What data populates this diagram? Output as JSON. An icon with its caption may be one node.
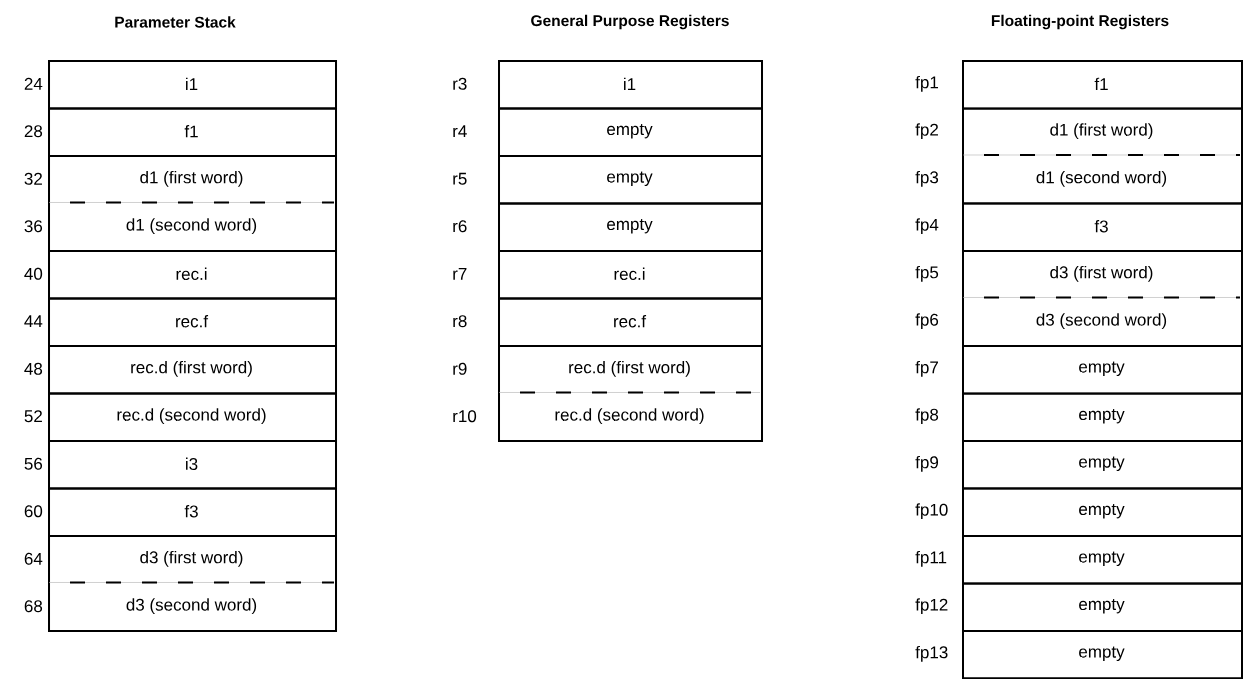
{
  "diagram": {
    "nodes": [
      {
        "text": [
          "Parameter Stack"
        ]
      },
      {
        "text": [
          "General Purpose Registers"
        ]
      },
      {
        "text": [
          "Floating-point Registers"
        ]
      },
      {
        "text": [
          "i1"
        ],
        "in": 0,
        "beside": [
          "24"
        ]
      },
      {
        "text": [
          "f1"
        ],
        "in": 0,
        "beside": [
          "28"
        ]
      },
      {
        "text": [
          "d1 (first word)",
          "d1 (second word)"
        ],
        "in": 0,
        "beside": [
          "32",
          "36"
        ]
      },
      {
        "text": [
          "rec.i"
        ],
        "in": 0,
        "beside": [
          "40"
        ]
      },
      {
        "text": [
          "rec.f"
        ],
        "in": 0,
        "beside": [
          "44"
        ]
      },
      {
        "text": [
          "rec.d (first word)"
        ],
        "in": 0,
        "beside": [
          "48"
        ]
      },
      {
        "text": [
          "rec.d (second word)"
        ],
        "in": 0,
        "beside": [
          "52"
        ]
      },
      {
        "text": [
          "i3"
        ],
        "in": 0,
        "beside": [
          "56"
        ]
      },
      {
        "text": [
          "f3"
        ],
        "in": 0,
        "beside": [
          "60"
        ]
      },
      {
        "text": [
          "d3 (first word)",
          "d3 (second word)"
        ],
        "in": 0,
        "beside": [
          "64",
          "68"
        ]
      },
      {
        "text": [
          "i1"
        ],
        "in": 1,
        "beside": [
          "r3"
        ]
      },
      {
        "text": [
          "empty"
        ],
        "in": 1,
        "beside": [
          "r4"
        ]
      },
      {
        "text": [
          "empty"
        ],
        "in": 1,
        "beside": [
          "r5"
        ]
      },
      {
        "text": [
          "empty"
        ],
        "in": 1,
        "beside": [
          "r6"
        ]
      },
      {
        "text": [
          "rec.i"
        ],
        "in": 1,
        "beside": [
          "r7"
        ]
      },
      {
        "text": [
          "rec.f"
        ],
        "in": 1,
        "beside": [
          "r8"
        ]
      },
      {
        "text": [
          "rec.d (first word)",
          "rec.d (second word)"
        ],
        "in": 1,
        "beside": [
          "r9",
          "r10"
        ]
      },
      {
        "text": [
          "f1"
        ],
        "in": 2,
        "beside": [
          "fp1"
        ]
      },
      {
        "text": [
          "d1 (first word)",
          "d1 (second word)"
        ],
        "in": 2,
        "beside": [
          "fp2",
          "fp3"
        ]
      },
      {
        "text": [
          "f3"
        ],
        "in": 2,
        "beside": [
          "fp4"
        ]
      },
      {
        "text": [
          "d3 (first word)",
          "d3 (second word)"
        ],
        "in": 2,
        "beside": [
          "fp5",
          "fp6"
        ]
      },
      {
        "text": [
          "empty"
        ],
        "in": 2,
        "beside": [
          "fp7"
        ]
      },
      {
        "text": [
          "empty"
        ],
        "in": 2,
        "beside": [
          "fp8"
        ]
      },
      {
        "text": [
          "empty"
        ],
        "in": 2,
        "beside": [
          "fp9"
        ]
      },
      {
        "text": [
          "empty"
        ],
        "in": 2,
        "beside": [
          "fp10"
        ]
      },
      {
        "text": [
          "empty"
        ],
        "in": 2,
        "beside": [
          "fp11"
        ]
      },
      {
        "text": [
          "empty"
        ],
        "in": 2,
        "beside": [
          "fp12"
        ]
      },
      {
        "text": [
          "empty"
        ],
        "in": 2,
        "beside": [
          "fp13"
        ]
      }
    ]
  }
}
